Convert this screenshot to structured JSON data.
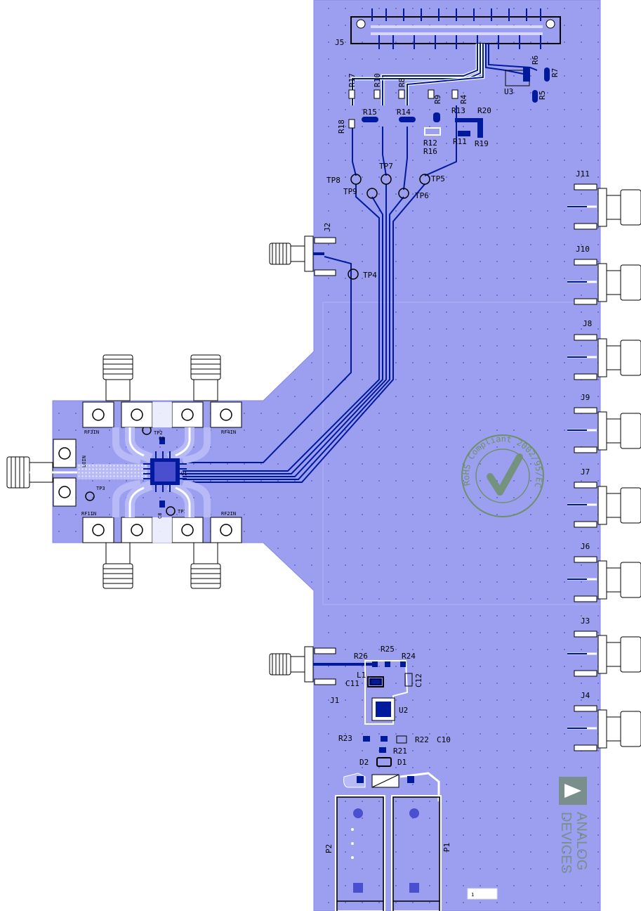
{
  "colors": {
    "board": "#9c9ff0",
    "board_edge": "#8587e6",
    "trace": "#001a9e",
    "silkscreen": "#000000",
    "logo": "#7a8f8c",
    "rohs": "#6f8f6a"
  },
  "designators": {
    "J5": "J5",
    "U3": "U3",
    "U2": "U2",
    "U1": "U1",
    "R4": "R4",
    "R5": "R5",
    "R6": "R6",
    "R7": "R7",
    "R8": "R8",
    "R9": "R9",
    "R10": "R10",
    "R11": "R11",
    "R12": "R12",
    "R13": "R13",
    "R14": "R14",
    "R15": "R15",
    "R16": "R16",
    "R17": "R17",
    "R18": "R18",
    "R19": "R19",
    "R20": "R20",
    "R21": "R21",
    "R22": "R22",
    "R23": "R23",
    "R24": "R24",
    "R25": "R25",
    "R26": "R26",
    "TP1": "TP1",
    "TP2": "TP2",
    "TP3": "TP3",
    "TP4": "TP4",
    "TP5": "TP5",
    "TP6": "TP6",
    "TP7": "TP7",
    "TP8": "TP8",
    "TP9": "TP9",
    "J1": "J1",
    "J2": "J2",
    "J3": "J3",
    "J4": "J4",
    "J6": "J6",
    "J7": "J7",
    "J8": "J8",
    "J9": "J9",
    "J10": "J10",
    "J11": "J11",
    "C8": "C8",
    "C9": "C9",
    "C10": "C10",
    "C11": "C11",
    "C12": "C12",
    "L1": "L1",
    "D1": "D1",
    "D2": "D2",
    "P1": "P1",
    "P2": "P2"
  },
  "port_labels": {
    "rf1in": "RF1IN",
    "rf2in": "RF2IN",
    "rf3in": "RF3IN",
    "rf4in": "RF4IN",
    "loin": "LOIN"
  },
  "rohs_text": "RoHS Compliant 2002/95/EC",
  "logo": {
    "line1": "ANALOG",
    "line2": "DEVICES"
  },
  "page_number": "1"
}
